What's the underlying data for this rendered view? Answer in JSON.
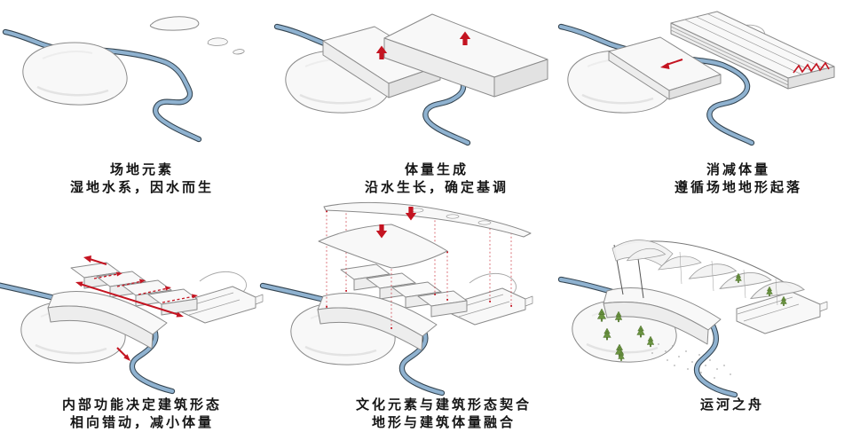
{
  "colors": {
    "background": "#ffffff",
    "text": "#151515",
    "accent_red": "#c41421",
    "river_fill": "#8fb2d0",
    "river_edge": "#33434f",
    "tree_green": "#6a9440"
  },
  "panels": [
    {
      "name": "site-elements",
      "title": "场地元素",
      "subtitle": "湿地水系，因水而生"
    },
    {
      "name": "massing-generation",
      "title": "体量生成",
      "subtitle": "沿水生长，确定基调"
    },
    {
      "name": "massing-reduction",
      "title": "消减体量",
      "subtitle": "遵循场地地形起落"
    },
    {
      "name": "internal-function",
      "title": "内部功能决定建筑形态",
      "subtitle": "相向错动，减小体量"
    },
    {
      "name": "cultural-integration",
      "title": "文化元素与建筑形态契合",
      "subtitle": "地形与建筑体量融合"
    },
    {
      "name": "canal-boat",
      "title": "运河之舟",
      "subtitle": ""
    }
  ]
}
